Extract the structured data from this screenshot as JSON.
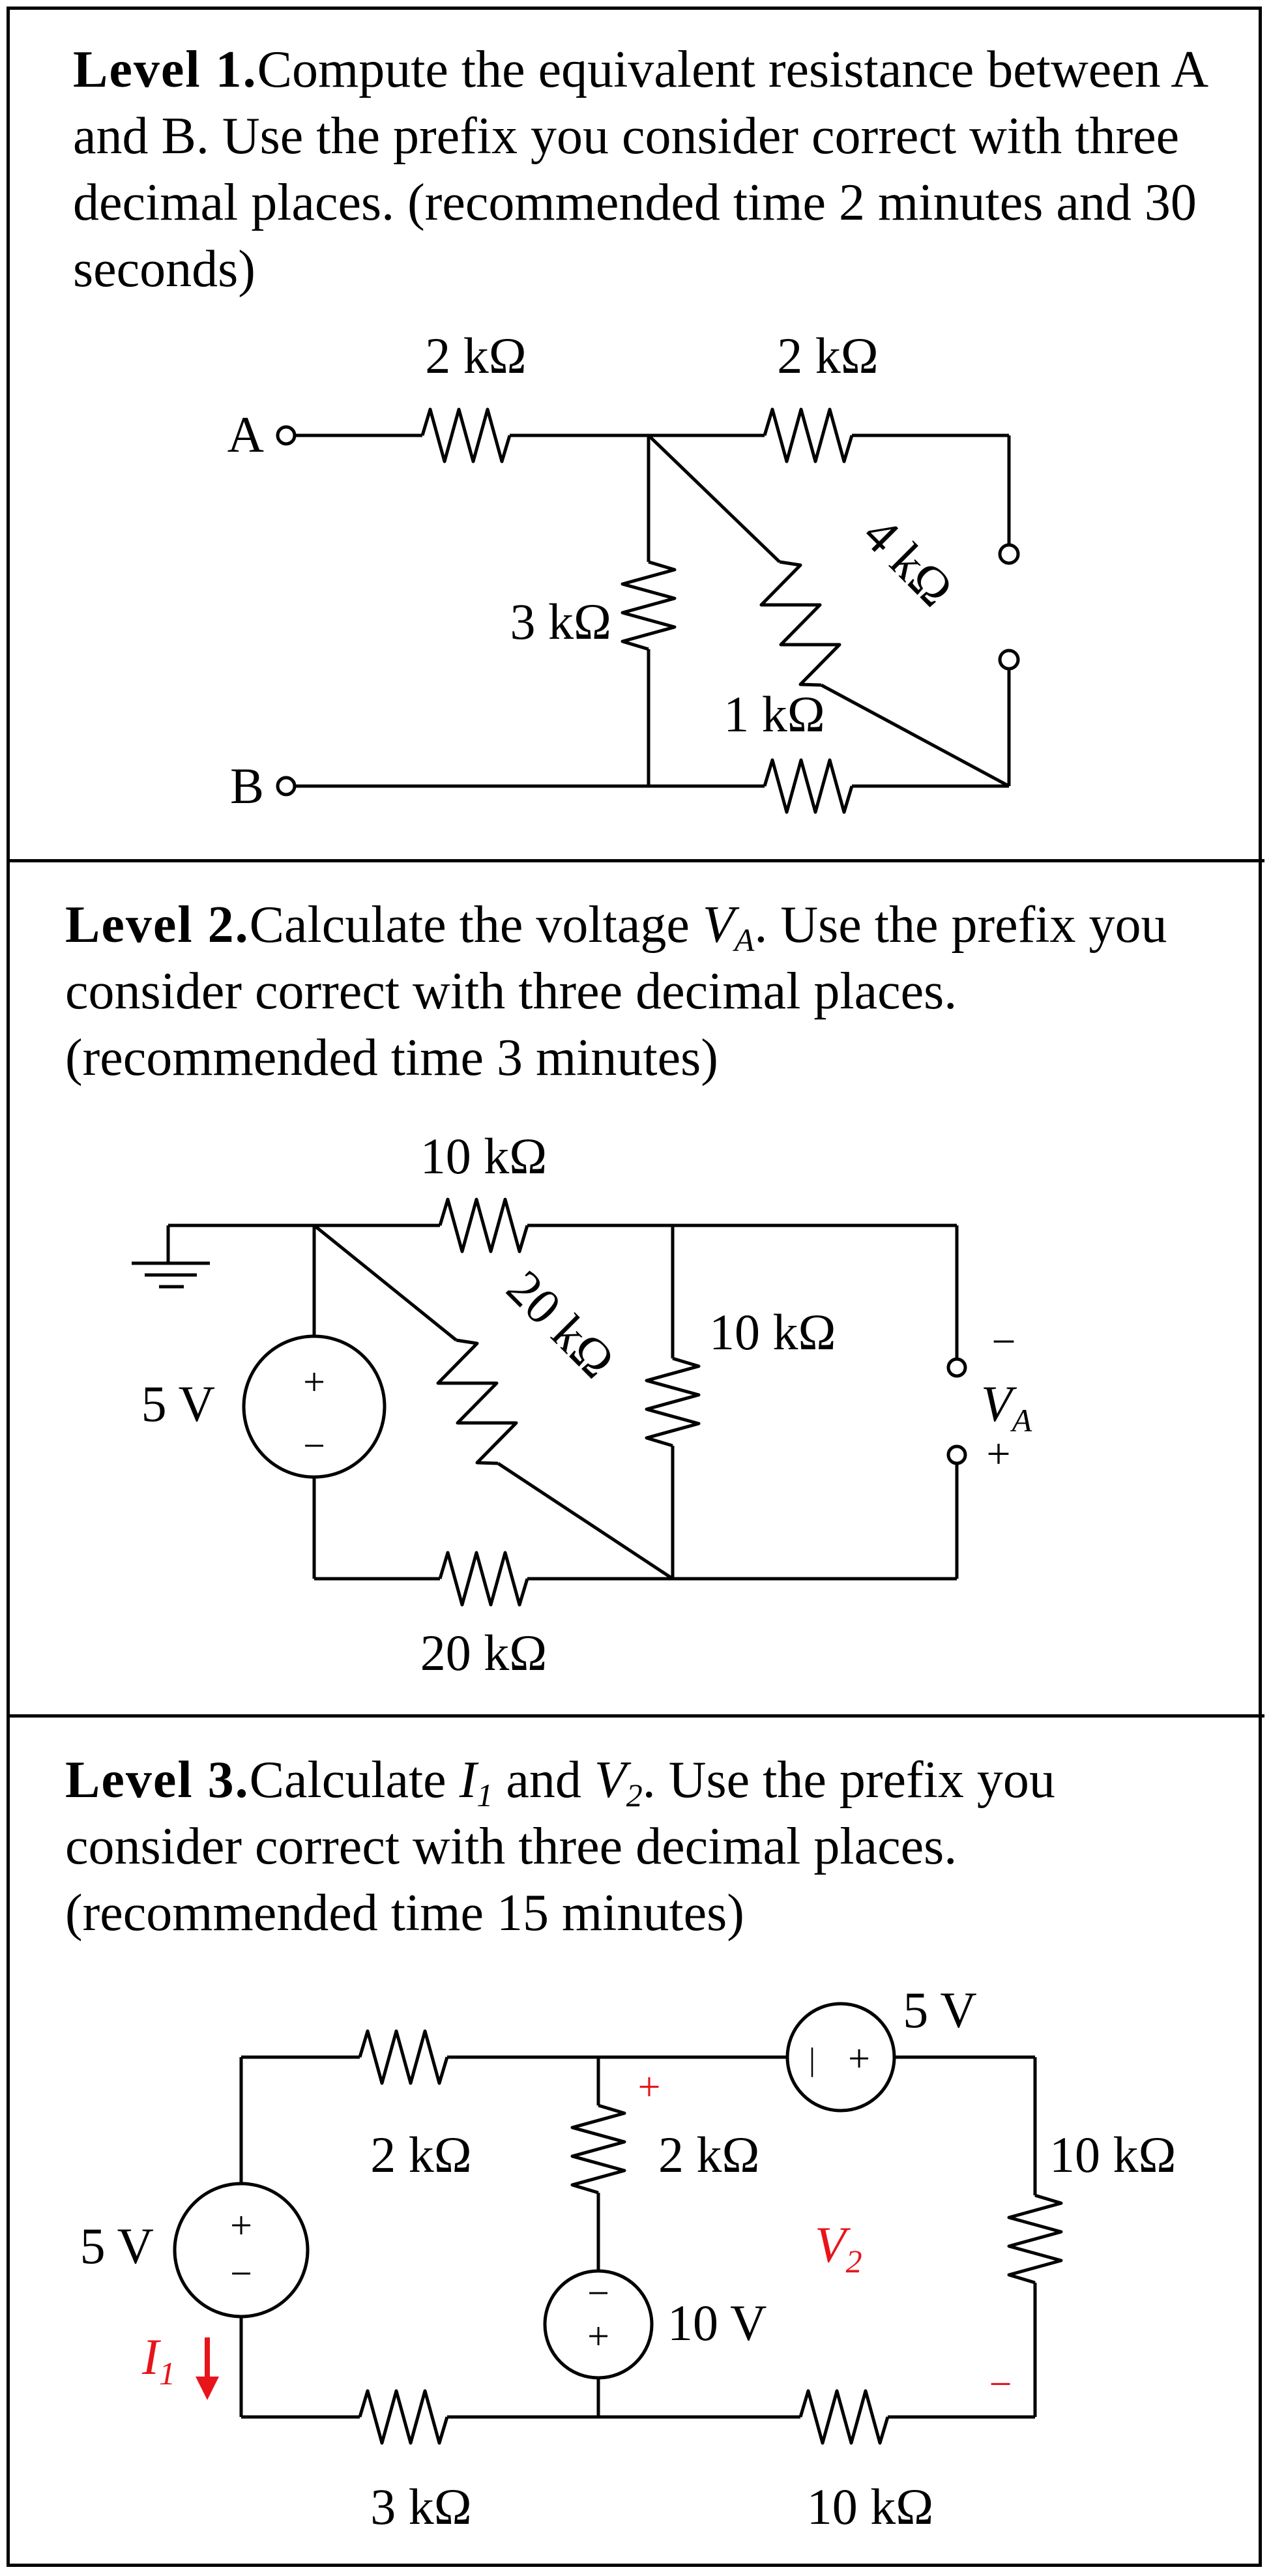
{
  "colors": {
    "ink": "#000000",
    "highlight": "#e8141b",
    "background": "#ffffff"
  },
  "level1": {
    "heading": "Level 1.",
    "text": "Compute the equivalent resistance between A and B. Use the prefix you consider correct with three decimal places. (recommended time 2 minutes and 30 seconds)",
    "labels": {
      "node_a": "A",
      "node_b": "B",
      "r_top_left": "2 kΩ",
      "r_top_right": "2 kΩ",
      "r_mid": "3 kΩ",
      "r_diag": "4 kΩ",
      "r_bottom": "1 kΩ"
    }
  },
  "level2": {
    "heading": "Level 2.",
    "text_before": "Calculate the voltage ",
    "var_main": "V",
    "var_sub": "A",
    "text_after": ". Use the prefix you consider correct with three decimal places. (recommended time 3 minutes)",
    "labels": {
      "r_top": "10 kΩ",
      "r_diag": "20 kΩ",
      "r_right": "10 kΩ",
      "r_bottom": "20 kΩ",
      "source": "5 V",
      "plus": "+",
      "minus": "−",
      "out_main": "V",
      "out_sub": "A"
    }
  },
  "level3": {
    "heading": "Level 3.",
    "text_1": "Calculate ",
    "i_main": "I",
    "i_sub": "1",
    "text_2": " and ",
    "v_main": "V",
    "v_sub": "2",
    "text_3": ". Use the prefix you consider correct with three decimal places. (recommended time 15 minutes)",
    "labels": {
      "source_left": "5 V",
      "r_top_left": "2 kΩ",
      "r_mid": "2 kΩ",
      "source_top": "5 V",
      "r_right": "10 kΩ",
      "source_mid": "10 V",
      "r_bottom_left": "3 kΩ",
      "r_bottom_right": "10 kΩ",
      "current_main": "I",
      "current_sub": "1",
      "volt_main": "V",
      "volt_sub": "2",
      "plus": "+",
      "minus": "−"
    }
  }
}
